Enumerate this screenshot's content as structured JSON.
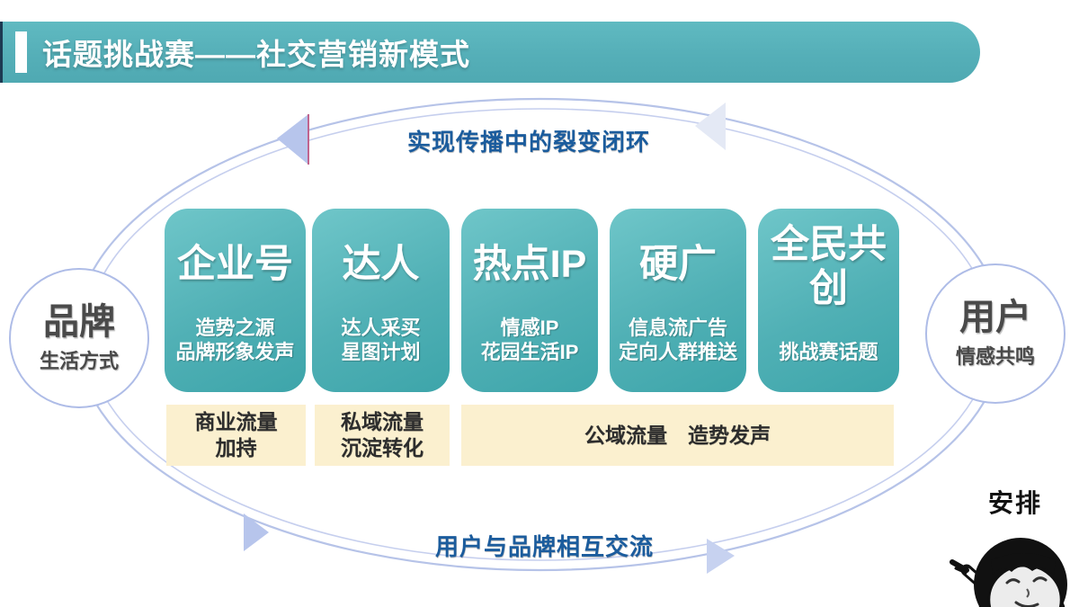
{
  "header": {
    "title": "话题挑战赛——社交营销新模式"
  },
  "cycle": {
    "top_label": "实现传播中的裂变闭环",
    "bottom_label": "用户与品牌相互交流",
    "left_node": {
      "title": "品牌",
      "subtitle": "生活方式"
    },
    "right_node": {
      "title": "用户",
      "subtitle": "情感共鸣"
    }
  },
  "channels": [
    {
      "title": "企业号",
      "lines": [
        "造势之源",
        "品牌形象发声"
      ]
    },
    {
      "title": "达人",
      "lines": [
        "达人采买",
        "星图计划"
      ]
    },
    {
      "title": "热点IP",
      "lines": [
        "情感IP",
        "花园生活IP"
      ]
    },
    {
      "title": "硬广",
      "lines": [
        "信息流广告",
        "定向人群推送"
      ]
    },
    {
      "title": "全民共创",
      "lines": [
        "挑战赛话题"
      ]
    }
  ],
  "traffic_bands": [
    {
      "line1": "商业流量",
      "line2": "加持"
    },
    {
      "line1": "私域流量",
      "line2": "沉淀转化"
    },
    {
      "line1": "公域流量　造势发声",
      "line2": ""
    }
  ],
  "meme": {
    "caption": "安排"
  },
  "colors": {
    "header_teal": "#55afb8",
    "card_teal_light": "#6fc6c9",
    "card_teal_dark": "#3da5aa",
    "accent_blue": "#1b5c9d",
    "band_yellow": "#fbf0cf",
    "ellipse_line": "#b6c3e8",
    "arrow_fill": "#b7c5ec"
  }
}
